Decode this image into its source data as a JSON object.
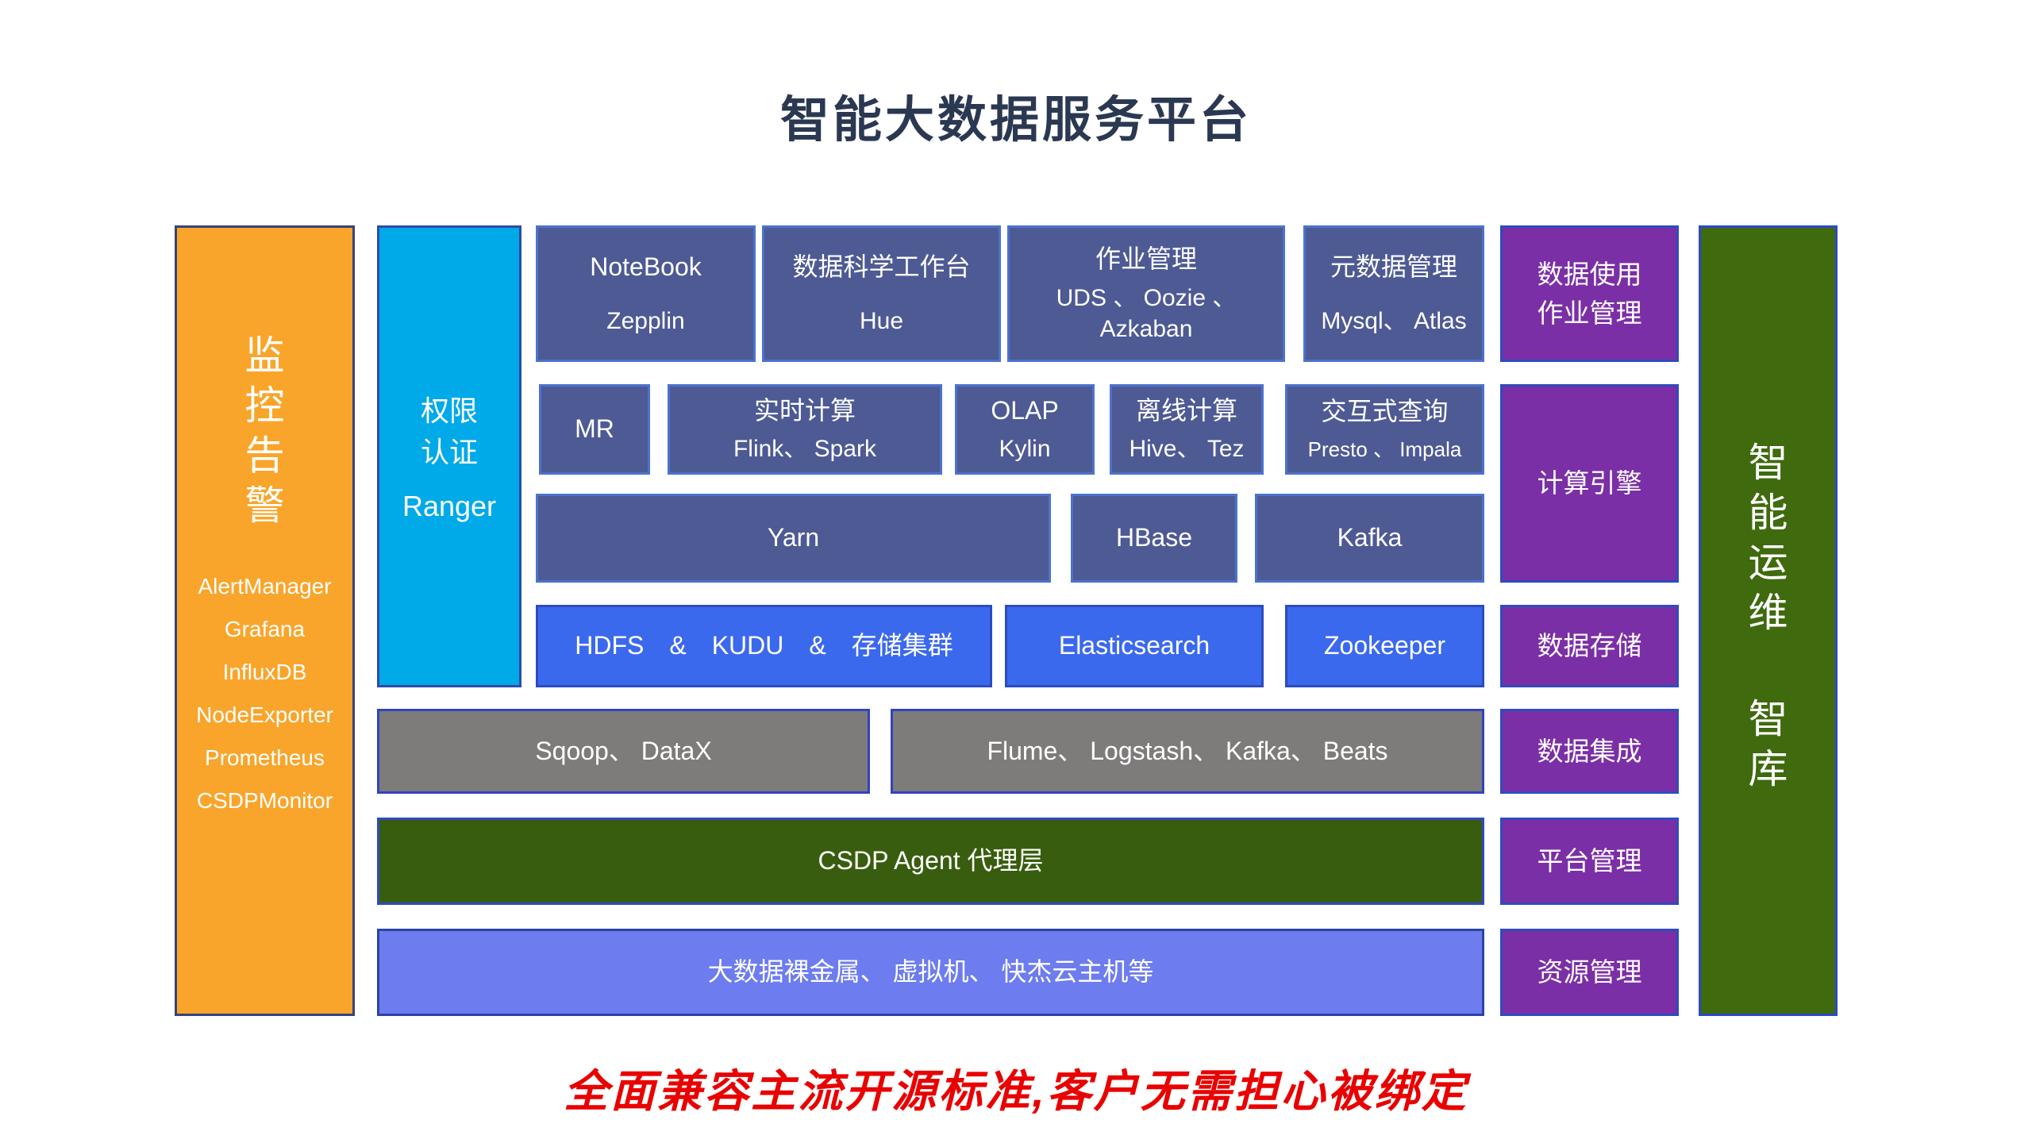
{
  "title": "智能大数据服务平台",
  "slogan": "全面兼容主流开源标准,客户无需担心被绑定",
  "colors": {
    "title_navy": "#2B3852",
    "slate_box": "#4E5A94",
    "bright_blue": "#3B69ED",
    "gray": "#7E7B7B",
    "purple": "#7B2FA6",
    "dark_green_row": "#395D0E",
    "dark_green_column": "#3F6A0E",
    "periwinkle": "#6D7CEE",
    "orange": "#F9A52B",
    "cyan": "#00A9E8",
    "red": "#E90000",
    "border_blue": "#2F4BBE"
  },
  "monitor": {
    "title": "监\n控\n告\n警",
    "items": [
      "AlertManager",
      "Grafana",
      "InfluxDB",
      "NodeExporter",
      "Prometheus",
      "CSDPMonitor"
    ]
  },
  "auth": {
    "title": "权限\n认证",
    "product": "Ranger"
  },
  "ops": {
    "line1": "智\n能\n运\n维",
    "line2": "智\n库"
  },
  "categories": {
    "usage": "数据使用\n作业管理",
    "compute": "计算引擎",
    "storage": "数据存储",
    "integration": "数据集成",
    "platform": "平台管理",
    "resource": "资源管理"
  },
  "main": {
    "row1": [
      {
        "line1": "NoteBook",
        "line2": "Zepplin"
      },
      {
        "line1": "数据科学工作台",
        "line2": "Hue"
      },
      {
        "line1": "作业管理",
        "line2": "UDS 、 Oozie 、 Azkaban"
      },
      {
        "line1": "元数据管理",
        "line2": "Mysql、 Atlas"
      }
    ],
    "row2": [
      {
        "line1": "MR"
      },
      {
        "line1": "实时计算",
        "line2": "Flink、 Spark"
      },
      {
        "line1": "OLAP",
        "line2": "Kylin"
      },
      {
        "line1": "离线计算",
        "line2": "Hive、 Tez"
      },
      {
        "line1": "交互式查询",
        "line2": "Presto 、 Impala"
      }
    ],
    "row3": [
      {
        "line1": "Yarn"
      },
      {
        "line1": "HBase"
      },
      {
        "line1": "Kafka"
      }
    ],
    "row4": [
      {
        "line1": "HDFS　&　KUDU　&　存储集群"
      },
      {
        "line1": "Elasticsearch"
      },
      {
        "line1": "Zookeeper"
      }
    ],
    "row5": [
      {
        "line1": "Sqoop、 DataX"
      },
      {
        "line1": "Flume、 Logstash、 Kafka、 Beats"
      }
    ],
    "row6": {
      "line1": "CSDP Agent 代理层"
    },
    "row7": {
      "line1": "大数据裸金属、 虚拟机、 快杰云主机等"
    }
  }
}
